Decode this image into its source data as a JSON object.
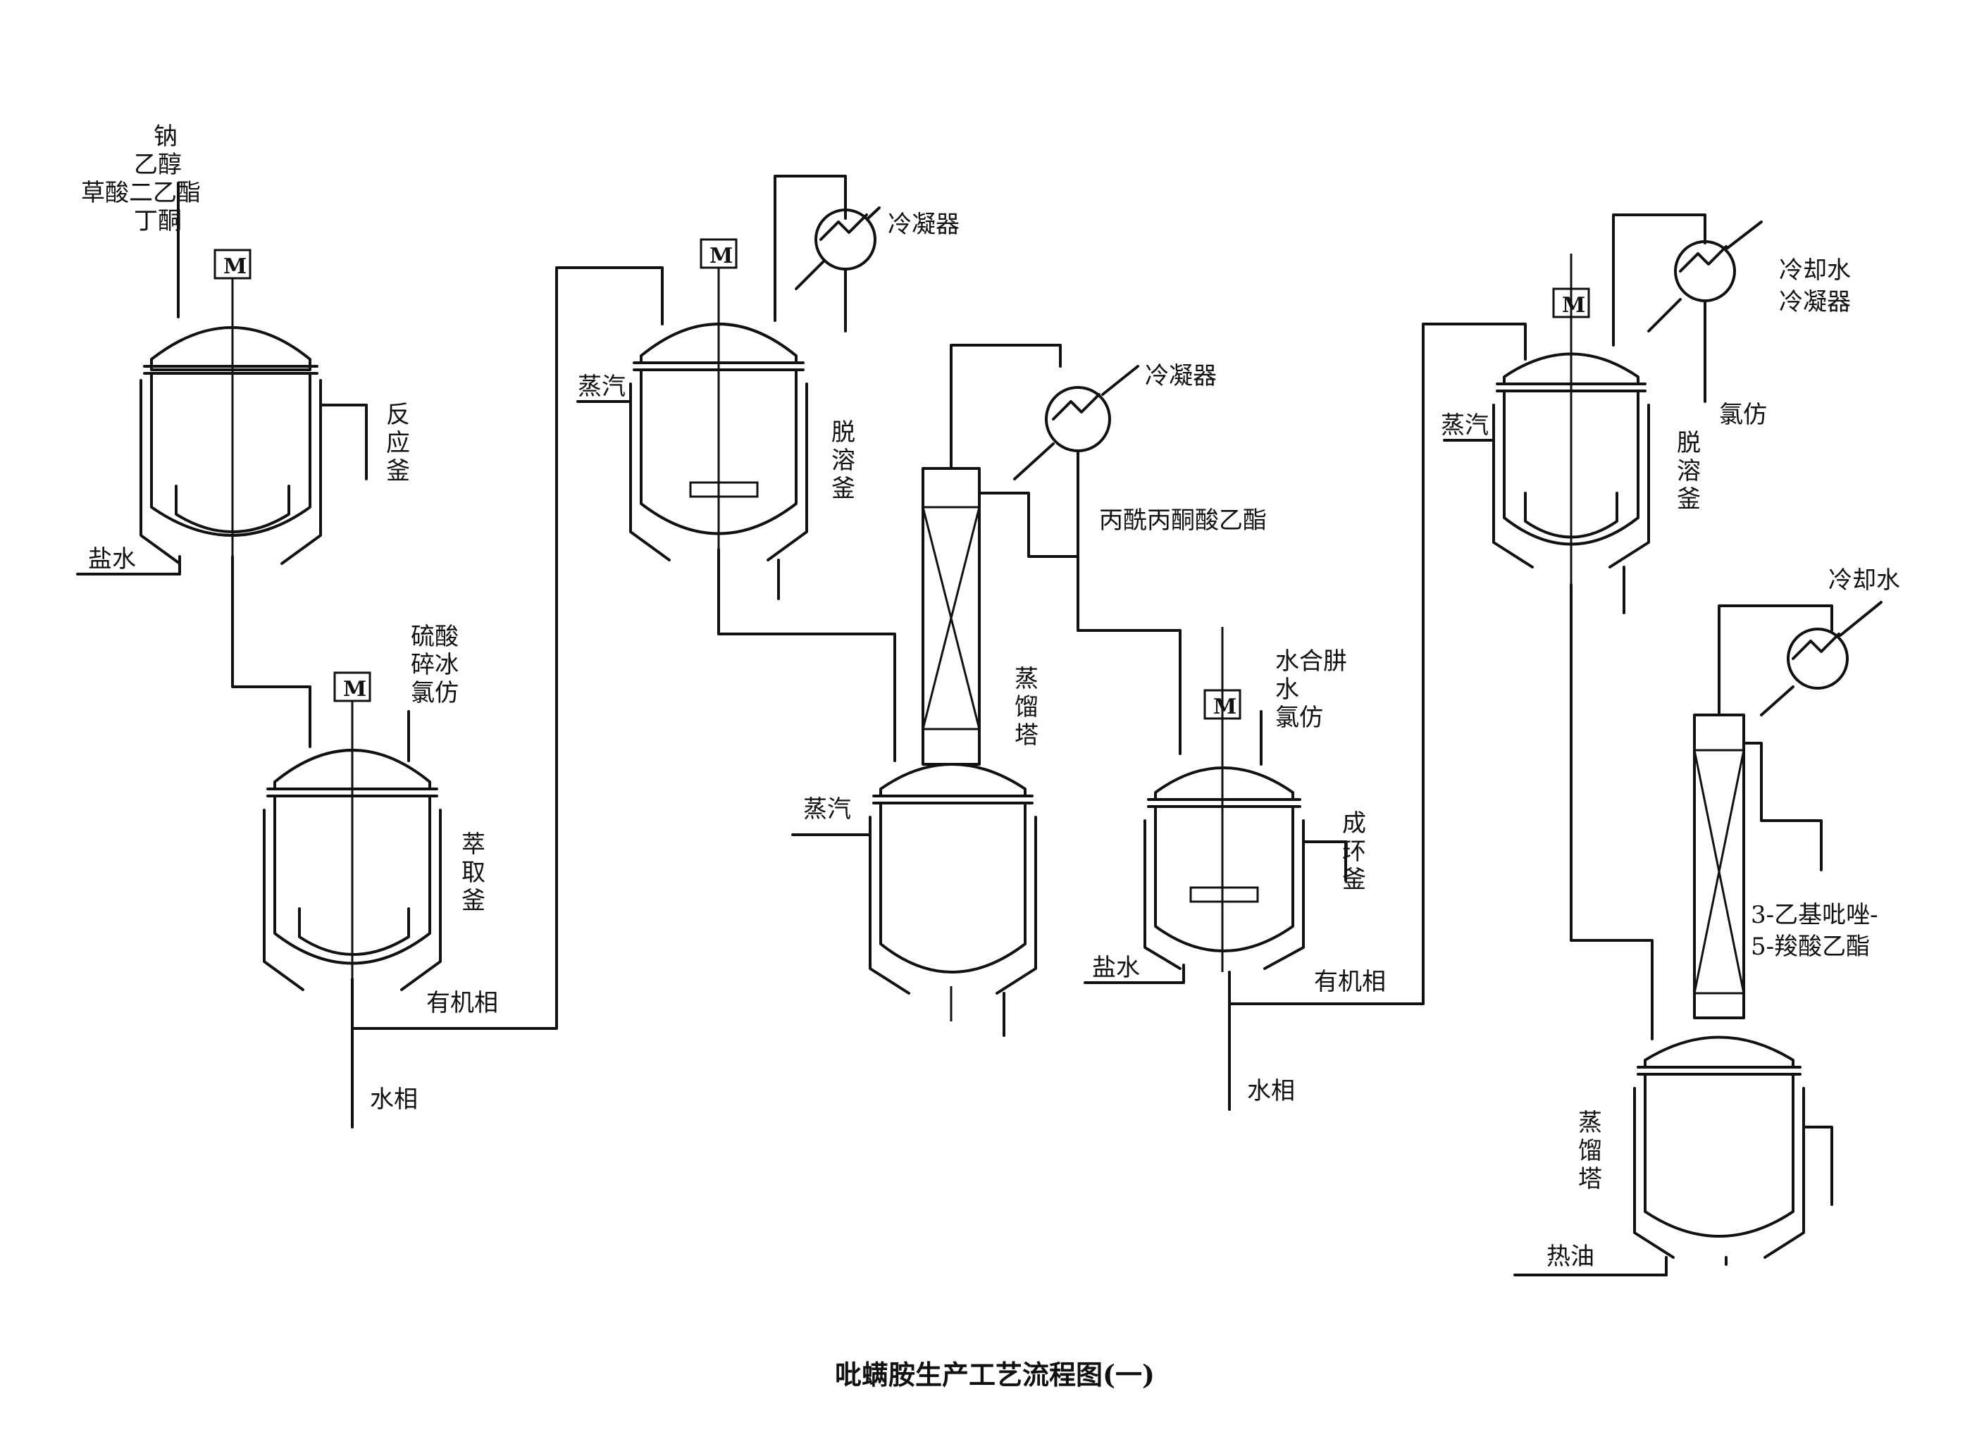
{
  "caption": "吡螨胺生产工艺流程图(一)",
  "motor_label": "M",
  "feeds": {
    "reactor": [
      "钠",
      "乙醇",
      "草酸二乙酯",
      "丁酮"
    ],
    "extraction": [
      "硫酸",
      "碎冰",
      "氯仿"
    ],
    "cyclization": [
      "水合肼",
      "水",
      "氯仿"
    ]
  },
  "vessels": {
    "reactor": [
      "反",
      "应",
      "釜"
    ],
    "extraction": [
      "萃",
      "取",
      "釜"
    ],
    "desolvent1": [
      "脱",
      "溶",
      "釜"
    ],
    "distill1": [
      "蒸",
      "馏",
      "塔"
    ],
    "cyclization": [
      "成",
      "环",
      "釜"
    ],
    "desolvent2": [
      "脱",
      "溶",
      "釜"
    ],
    "distill2": [
      "蒸",
      "馏",
      "塔"
    ]
  },
  "utilities": {
    "brine": "盐水",
    "steam": "蒸汽",
    "hot_oil": "热油",
    "cooling_water": "冷却水"
  },
  "streams": {
    "organic_phase": "有机相",
    "aqueous_phase": "水相",
    "intermediate": "丙酰丙酮酸乙酯",
    "chloroform": "氯仿",
    "product_line1": "3-乙基吡唑-",
    "product_line2": "5-羧酸乙酯"
  },
  "condensers": {
    "label": "冷凝器",
    "label2": "冷却水"
  }
}
